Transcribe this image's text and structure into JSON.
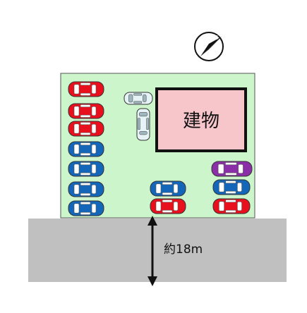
{
  "building": {
    "label": "建物"
  },
  "road": {
    "distance_label": "約18m"
  },
  "compass": {
    "north_marker": "N"
  },
  "colors": {
    "lot": "#ccf5cc",
    "building_fill": "#f7c6cb",
    "road": "#c0c0c0",
    "car_red": "#e8101c",
    "car_blue": "#1466b8",
    "car_purple": "#8b2fa8",
    "car_white": "#e6f3f6"
  },
  "cars": [
    {
      "id": "left-1",
      "color": "red"
    },
    {
      "id": "left-2",
      "color": "red"
    },
    {
      "id": "left-3",
      "color": "red"
    },
    {
      "id": "left-4",
      "color": "blue"
    },
    {
      "id": "left-5",
      "color": "blue"
    },
    {
      "id": "left-6",
      "color": "blue"
    },
    {
      "id": "left-7",
      "color": "blue"
    },
    {
      "id": "center-top",
      "color": "blue"
    },
    {
      "id": "center-bottom",
      "color": "red"
    },
    {
      "id": "right-1",
      "color": "purple"
    },
    {
      "id": "right-2",
      "color": "blue"
    },
    {
      "id": "right-3",
      "color": "red"
    },
    {
      "id": "white-horizontal",
      "color": "white"
    },
    {
      "id": "white-vertical",
      "color": "white"
    }
  ]
}
